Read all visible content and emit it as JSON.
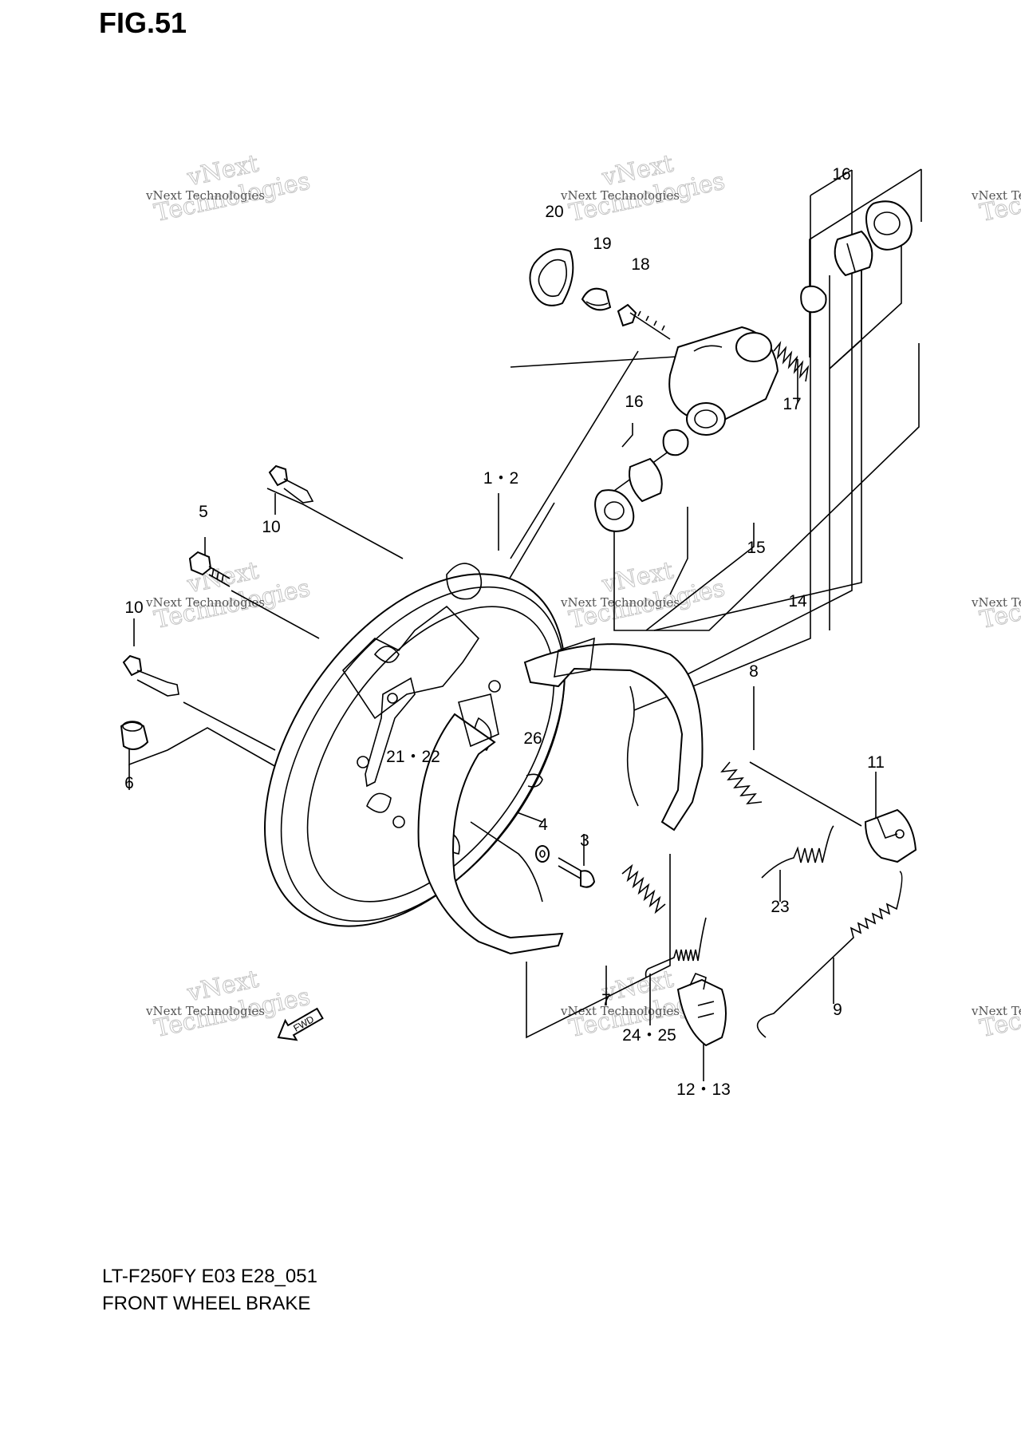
{
  "figure": {
    "title": "FIG.51",
    "model_code": "LT-F250FY E03 E28_051",
    "name": "FRONT WHEEL BRAKE"
  },
  "callouts": {
    "c1_2": "1・2",
    "c3": "3",
    "c4": "4",
    "c5": "5",
    "c6": "6",
    "c7": "7",
    "c8": "8",
    "c9": "9",
    "c10a": "10",
    "c10b": "10",
    "c11": "11",
    "c12_13": "12・13",
    "c14": "14",
    "c15": "15",
    "c16a": "16",
    "c16b": "16",
    "c17": "17",
    "c18": "18",
    "c19": "19",
    "c20": "20",
    "c21_22": "21・22",
    "c23": "23",
    "c24_25": "24・25",
    "c26": "26"
  },
  "fwd_arrow": {
    "label": "FWD",
    "icon": "fwd-arrow-icon"
  },
  "watermark": {
    "line1": "vNext Technologies",
    "line2": "vNext",
    "line3": "Technologies"
  }
}
